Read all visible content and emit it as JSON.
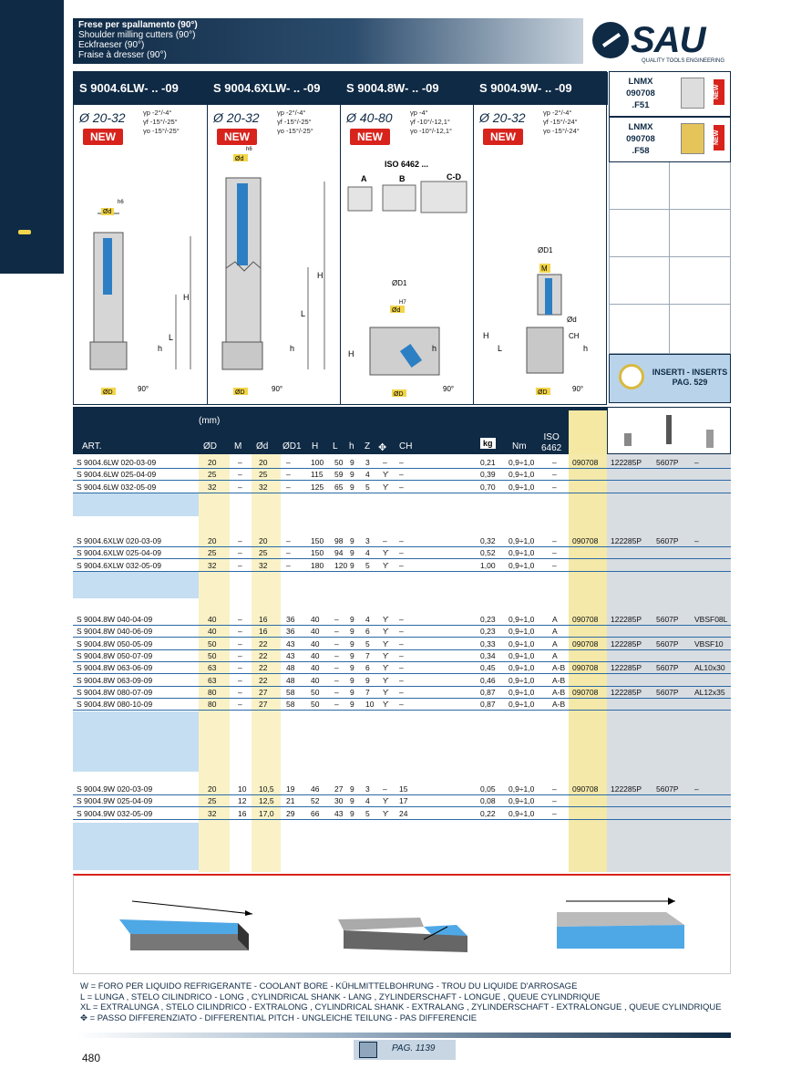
{
  "header": {
    "titles": [
      "Frese per spallamento (90°)",
      "Shoulder milling cutters (90°)",
      "Eckfraeser (90°)",
      "Fraise à dresser (90°)"
    ]
  },
  "logo": {
    "brand": "SAU",
    "tagline": "QUALITY TOOLS ENGINEERING"
  },
  "tools": [
    {
      "code": "S 9004.6LW- .. -09",
      "diameter": "Ø 20-32",
      "angles": [
        "γp -2°/-4°",
        "γf -15°/-25°",
        "γo -15°/-25°"
      ],
      "badge": "NEW",
      "labels": [
        "h6",
        "Ød",
        "H",
        "L",
        "h",
        "ØD",
        "90°"
      ]
    },
    {
      "code": "S 9004.6XLW- .. -09",
      "diameter": "Ø 20-32",
      "angles": [
        "γp -2°/-4°",
        "γf -15°/-25°",
        "γo -15°/-25°"
      ],
      "badge": "NEW",
      "labels": [
        "h6",
        "Ød",
        "H",
        "L",
        "h",
        "ØD",
        "90°"
      ]
    },
    {
      "code": "S 9004.8W- .. -09",
      "diameter": "Ø 40-80",
      "angles": [
        "γp -4°",
        "γf -10°/-12,1°",
        "γo -10°/-12,1°"
      ],
      "badge": "NEW",
      "iso": "ISO 6462 ...",
      "variants": [
        "A",
        "B",
        "C-D"
      ],
      "labels": [
        "ØD1",
        "H7",
        "Ød",
        "H",
        "h",
        "ØD",
        "90°"
      ]
    },
    {
      "code": "S 9004.9W- .. -09",
      "diameter": "Ø 20-32",
      "angles": [
        "γp -2°/-4°",
        "γf -15°/-24°",
        "γo -15°/-24°"
      ],
      "badge": "NEW",
      "labels": [
        "ØD1",
        "M",
        "Ød",
        "CH",
        "H",
        "L",
        "h",
        "ØD",
        "90°"
      ]
    }
  ],
  "inserts": [
    {
      "name": [
        "LNMX",
        "090708",
        ".F51"
      ],
      "badge": "NEW"
    },
    {
      "name": [
        "LNMX",
        "090708",
        ".F58"
      ],
      "badge": "NEW"
    }
  ],
  "inserts_ref": {
    "line1": "INSERTI - INSERTS",
    "line2": "PAG. 529"
  },
  "table": {
    "unit": "(mm)",
    "headers": [
      "ART.",
      "ØD",
      "M",
      "Ød",
      "ØD1",
      "H",
      "L",
      "h",
      "Z",
      "CH",
      "kg",
      "Nm",
      "ISO",
      "6462"
    ],
    "blocks": [
      {
        "rows": [
          [
            "S 9004.6LW 020-03-09",
            "20",
            "–",
            "20",
            "–",
            "100",
            "50",
            "9",
            "3",
            "–",
            "–",
            "0,21",
            "0,9÷1,0",
            "–",
            "090708",
            "122285P",
            "5607P",
            "–"
          ],
          [
            "S 9004.6LW 025-04-09",
            "25",
            "–",
            "25",
            "–",
            "115",
            "59",
            "9",
            "4",
            "ϒ",
            "–",
            "0,39",
            "0,9÷1,0",
            "–",
            "",
            "",
            "",
            ""
          ],
          [
            "S 9004.6LW 032-05-09",
            "32",
            "–",
            "32",
            "–",
            "125",
            "65",
            "9",
            "5",
            "ϒ",
            "–",
            "0,70",
            "0,9÷1,0",
            "–",
            "",
            "",
            "",
            ""
          ]
        ]
      },
      {
        "rows": [
          [
            "S 9004.6XLW 020-03-09",
            "20",
            "–",
            "20",
            "–",
            "150",
            "98",
            "9",
            "3",
            "–",
            "–",
            "0,32",
            "0,9÷1,0",
            "–",
            "090708",
            "122285P",
            "5607P",
            "–"
          ],
          [
            "S 9004.6XLW 025-04-09",
            "25",
            "–",
            "25",
            "–",
            "150",
            "94",
            "9",
            "4",
            "ϒ",
            "–",
            "0,52",
            "0,9÷1,0",
            "–",
            "",
            "",
            "",
            ""
          ],
          [
            "S 9004.6XLW 032-05-09",
            "32",
            "–",
            "32",
            "–",
            "180",
            "120",
            "9",
            "5",
            "ϒ",
            "–",
            "1,00",
            "0,9÷1,0",
            "–",
            "",
            "",
            "",
            ""
          ]
        ]
      },
      {
        "rows": [
          [
            "S 9004.8W 040-04-09",
            "40",
            "–",
            "16",
            "36",
            "40",
            "–",
            "9",
            "4",
            "ϒ",
            "–",
            "0,23",
            "0,9÷1,0",
            "A",
            "090708",
            "122285P",
            "5607P",
            "VBSF08L"
          ],
          [
            "S 9004.8W 040-06-09",
            "40",
            "–",
            "16",
            "36",
            "40",
            "–",
            "9",
            "6",
            "ϒ",
            "–",
            "0,23",
            "0,9÷1,0",
            "A",
            "",
            "",
            "",
            ""
          ],
          [
            "S 9004.8W 050-05-09",
            "50",
            "–",
            "22",
            "43",
            "40",
            "–",
            "9",
            "5",
            "ϒ",
            "–",
            "0,33",
            "0,9÷1,0",
            "A",
            "090708",
            "122285P",
            "5607P",
            "VBSF10"
          ],
          [
            "S 9004.8W 050-07-09",
            "50",
            "–",
            "22",
            "43",
            "40",
            "–",
            "9",
            "7",
            "ϒ",
            "–",
            "0,34",
            "0,9÷1,0",
            "A",
            "",
            "",
            "",
            ""
          ],
          [
            "S 9004.8W 063-06-09",
            "63",
            "–",
            "22",
            "48",
            "40",
            "–",
            "9",
            "6",
            "ϒ",
            "–",
            "0,45",
            "0,9÷1,0",
            "A-B",
            "090708",
            "122285P",
            "5607P",
            "AL10x30"
          ],
          [
            "S 9004.8W 063-09-09",
            "63",
            "–",
            "22",
            "48",
            "40",
            "–",
            "9",
            "9",
            "ϒ",
            "–",
            "0,46",
            "0,9÷1,0",
            "A-B",
            "",
            "",
            "",
            ""
          ],
          [
            "S 9004.8W 080-07-09",
            "80",
            "–",
            "27",
            "58",
            "50",
            "–",
            "9",
            "7",
            "ϒ",
            "–",
            "0,87",
            "0,9÷1,0",
            "A-B",
            "090708",
            "122285P",
            "5607P",
            "AL12x35"
          ],
          [
            "S 9004.8W 080-10-09",
            "80",
            "–",
            "27",
            "58",
            "50",
            "–",
            "9",
            "10",
            "ϒ",
            "–",
            "0,87",
            "0,9÷1,0",
            "A-B",
            "",
            "",
            "",
            ""
          ]
        ]
      },
      {
        "rows": [
          [
            "S 9004.9W 020-03-09",
            "20",
            "10",
            "10,5",
            "19",
            "46",
            "27",
            "9",
            "3",
            "–",
            "15",
            "0,05",
            "0,9÷1,0",
            "–",
            "090708",
            "122285P",
            "5607P",
            "–"
          ],
          [
            "S 9004.9W 025-04-09",
            "25",
            "12",
            "12,5",
            "21",
            "52",
            "30",
            "9",
            "4",
            "ϒ",
            "17",
            "0,08",
            "0,9÷1,0",
            "–",
            "",
            "",
            "",
            ""
          ],
          [
            "S 9004.9W 032-05-09",
            "32",
            "16",
            "17,0",
            "29",
            "66",
            "43",
            "9",
            "5",
            "ϒ",
            "24",
            "0,22",
            "0,9÷1,0",
            "–",
            "",
            "",
            "",
            ""
          ]
        ]
      }
    ]
  },
  "legend": [
    "W = FORO PER LIQUIDO REFRIGERANTE - COOLANT BORE - KÜHLMITTELBOHRUNG - TROU DU LIQUIDE D'ARROSAGE",
    "L = LUNGA , STELO CILINDRICO - LONG , CYLINDRICAL SHANK - LANG , ZYLINDERSCHAFT - LONGUE , QUEUE CYLINDRIQUE",
    "XL = EXTRALUNGA , STELO CILINDRICO - EXTRALONG , CYLINDRICAL SHANK - EXTRALANG , ZYLINDERSCHAFT - EXTRALONGUE , QUEUE CYLINDRIQUE",
    "= PASSO DIFFERENZIATO - DIFFERENTIAL PITCH - UNGLEICHE TEILUNG - PAS DIFFERENCIE"
  ],
  "footer": {
    "page_ref": "PAG. 1139",
    "page_number": "480"
  }
}
